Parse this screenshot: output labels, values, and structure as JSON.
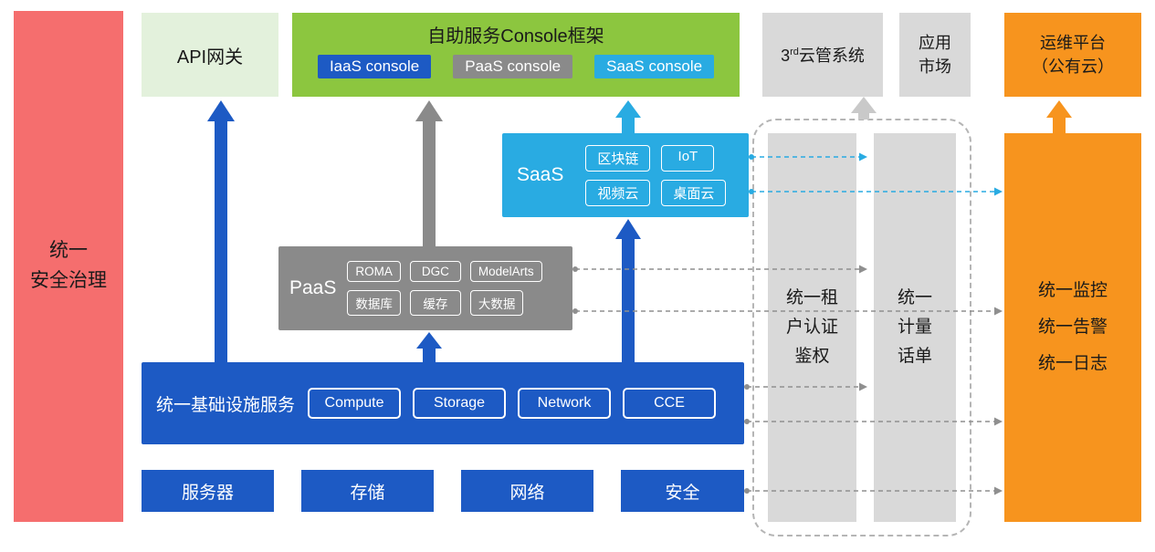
{
  "colors": {
    "red": "#F56E6E",
    "light_green": "#E3F1DC",
    "green": "#8CC63F",
    "blue": "#1D5AC4",
    "gray": "#8A8A8A",
    "light_gray": "#D9D9D9",
    "cyan": "#29ABE2",
    "orange": "#F7941E"
  },
  "security_bar": {
    "label": "统一\n安全治理"
  },
  "api_gateway": {
    "label": "API网关"
  },
  "console_framework": {
    "title": "自助服务Console框架",
    "iaas_console": "IaaS console",
    "paas_console": "PaaS console",
    "saas_console": "SaaS console"
  },
  "third_party_cloud": {
    "prefix": "3",
    "superscript": "rd",
    "suffix": "云管系统"
  },
  "app_market": {
    "label": "应用\n市场"
  },
  "ops_platform": {
    "label": "运维平台\n（公有云）"
  },
  "saas": {
    "label": "SaaS",
    "items": [
      "区块链",
      "IoT",
      "视频云",
      "桌面云"
    ]
  },
  "paas": {
    "label": "PaaS",
    "items": [
      "ROMA",
      "DGC",
      "ModelArts",
      "数据库",
      "缓存",
      "大数据"
    ]
  },
  "iaas": {
    "label": "统一基础设施服务",
    "items": [
      "Compute",
      "Storage",
      "Network",
      "CCE"
    ]
  },
  "infrastructure": {
    "items": [
      "服务器",
      "存储",
      "网络",
      "安全"
    ]
  },
  "tenant_auth_bar": {
    "label": "统一租\n户认证\n鉴权"
  },
  "metering_bar": {
    "label": "统一\n计量\n话单"
  },
  "monitoring_bar": {
    "label": "统一监控\n统一告警\n统一日志"
  }
}
